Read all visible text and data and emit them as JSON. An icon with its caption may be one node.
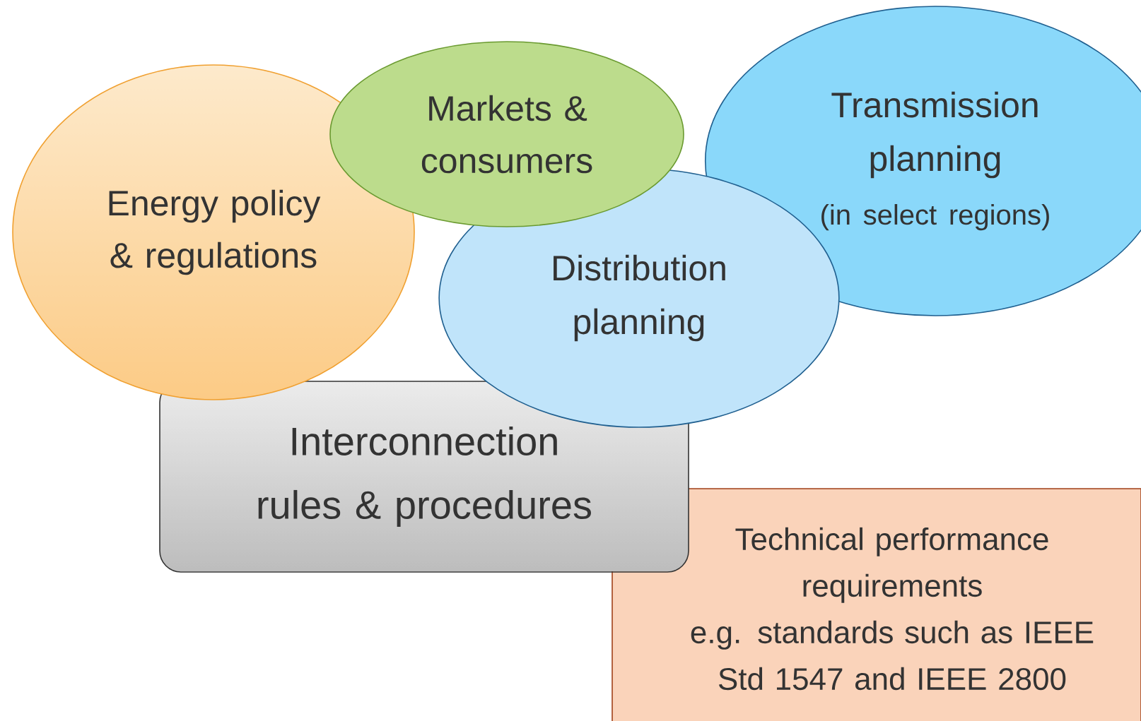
{
  "diagram": {
    "nodes": [
      {
        "text": [
          "Energy policy & regulations"
        ]
      },
      {
        "text": [
          "Markets & consumers"
        ]
      },
      {
        "text": [
          "Transmission planning",
          "(in select regions)"
        ]
      },
      {
        "text": [
          "Distribution planning"
        ]
      },
      {
        "text": [
          "Interconnection rules & procedures"
        ]
      },
      {
        "text": [
          "Technical performance requirements",
          "e.g. standards such as IEEE Std 1547 and IEEE 2800"
        ]
      }
    ]
  }
}
